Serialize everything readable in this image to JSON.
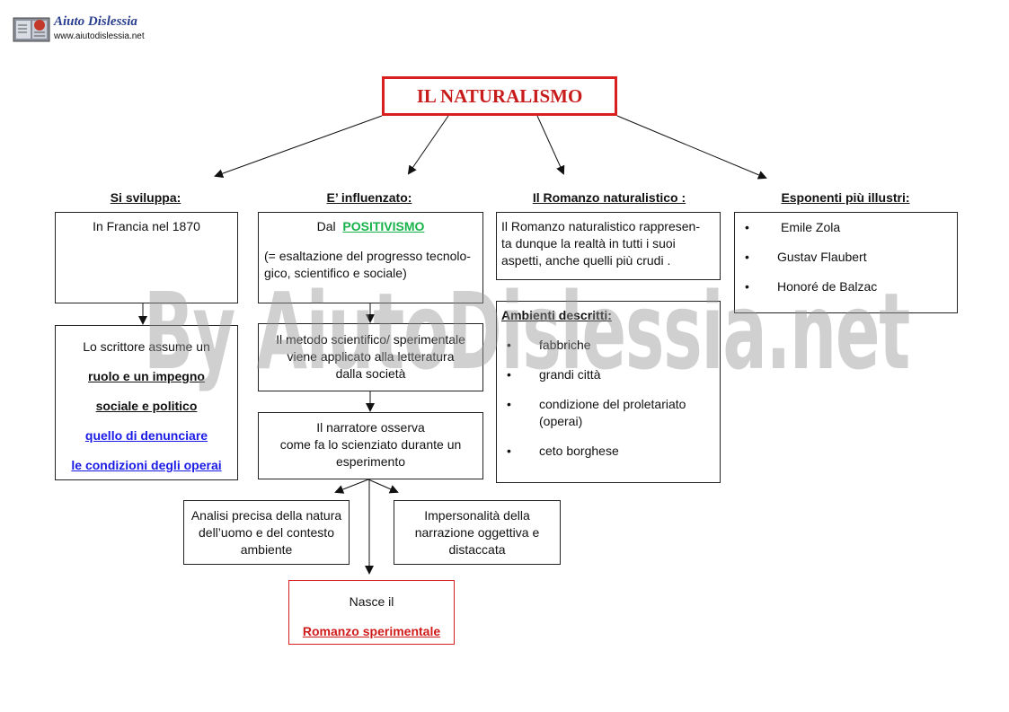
{
  "logo": {
    "name": "Aiuto Dislessia",
    "url": "www.aiutodislessia.net"
  },
  "watermark": "By AiutoDislessia.net",
  "title": "IL NATURALISMO",
  "headers": {
    "col1": "Si sviluppa:",
    "col2": "E’ influenzato:",
    "col3": "Il Romanzo naturalistico :",
    "col4": "Esponenti più illustri:"
  },
  "col1": {
    "box1": "In Francia nel 1870",
    "box2": {
      "line1": "Lo scrittore assume un",
      "line2": "ruolo e un impegno",
      "line3": "sociale e politico",
      "line4": "quello di denunciare",
      "line5": "le condizioni degli operai"
    }
  },
  "col2": {
    "box1": {
      "prefix": "Dal",
      "keyword": "POSITIVISMO",
      "line2": "(= esaltazione del progresso tecnolo-",
      "line3": "gico, scientifico e sociale)"
    },
    "box2": {
      "line1": "Il metodo scientifico/ sperimentale",
      "line2": "viene applicato alla letteratura",
      "line3": "dalla società"
    },
    "box3": {
      "line1": "Il narratore osserva",
      "line2": "come fa lo scienziato durante un",
      "line3": "esperimento"
    },
    "left_branch": {
      "line1": "Analisi precisa della natura",
      "line2": "dell’uomo e del contesto",
      "line3": "ambiente"
    },
    "right_branch": {
      "line1": "Impersonalità della",
      "line2": "narrazione oggettiva e",
      "line3": "distaccata"
    },
    "final": {
      "line1": "Nasce il",
      "line2": "Romanzo sperimentale"
    }
  },
  "col3": {
    "box1": {
      "line1": "Il Romanzo naturalistico rappresen-",
      "line2": "ta dunque la realtà in tutti i suoi",
      "line3": "aspetti, anche quelli più crudi  ."
    },
    "box2": {
      "heading": "Ambienti descritti:",
      "items": [
        "fabbriche",
        "grandi città",
        "condizione del  proletariato",
        "(operai)",
        "ceto borghese"
      ]
    }
  },
  "col4": {
    "items": [
      "Emile Zola",
      "Gustav Flaubert",
      "Honoré de Balzac"
    ]
  },
  "bullet": "•"
}
